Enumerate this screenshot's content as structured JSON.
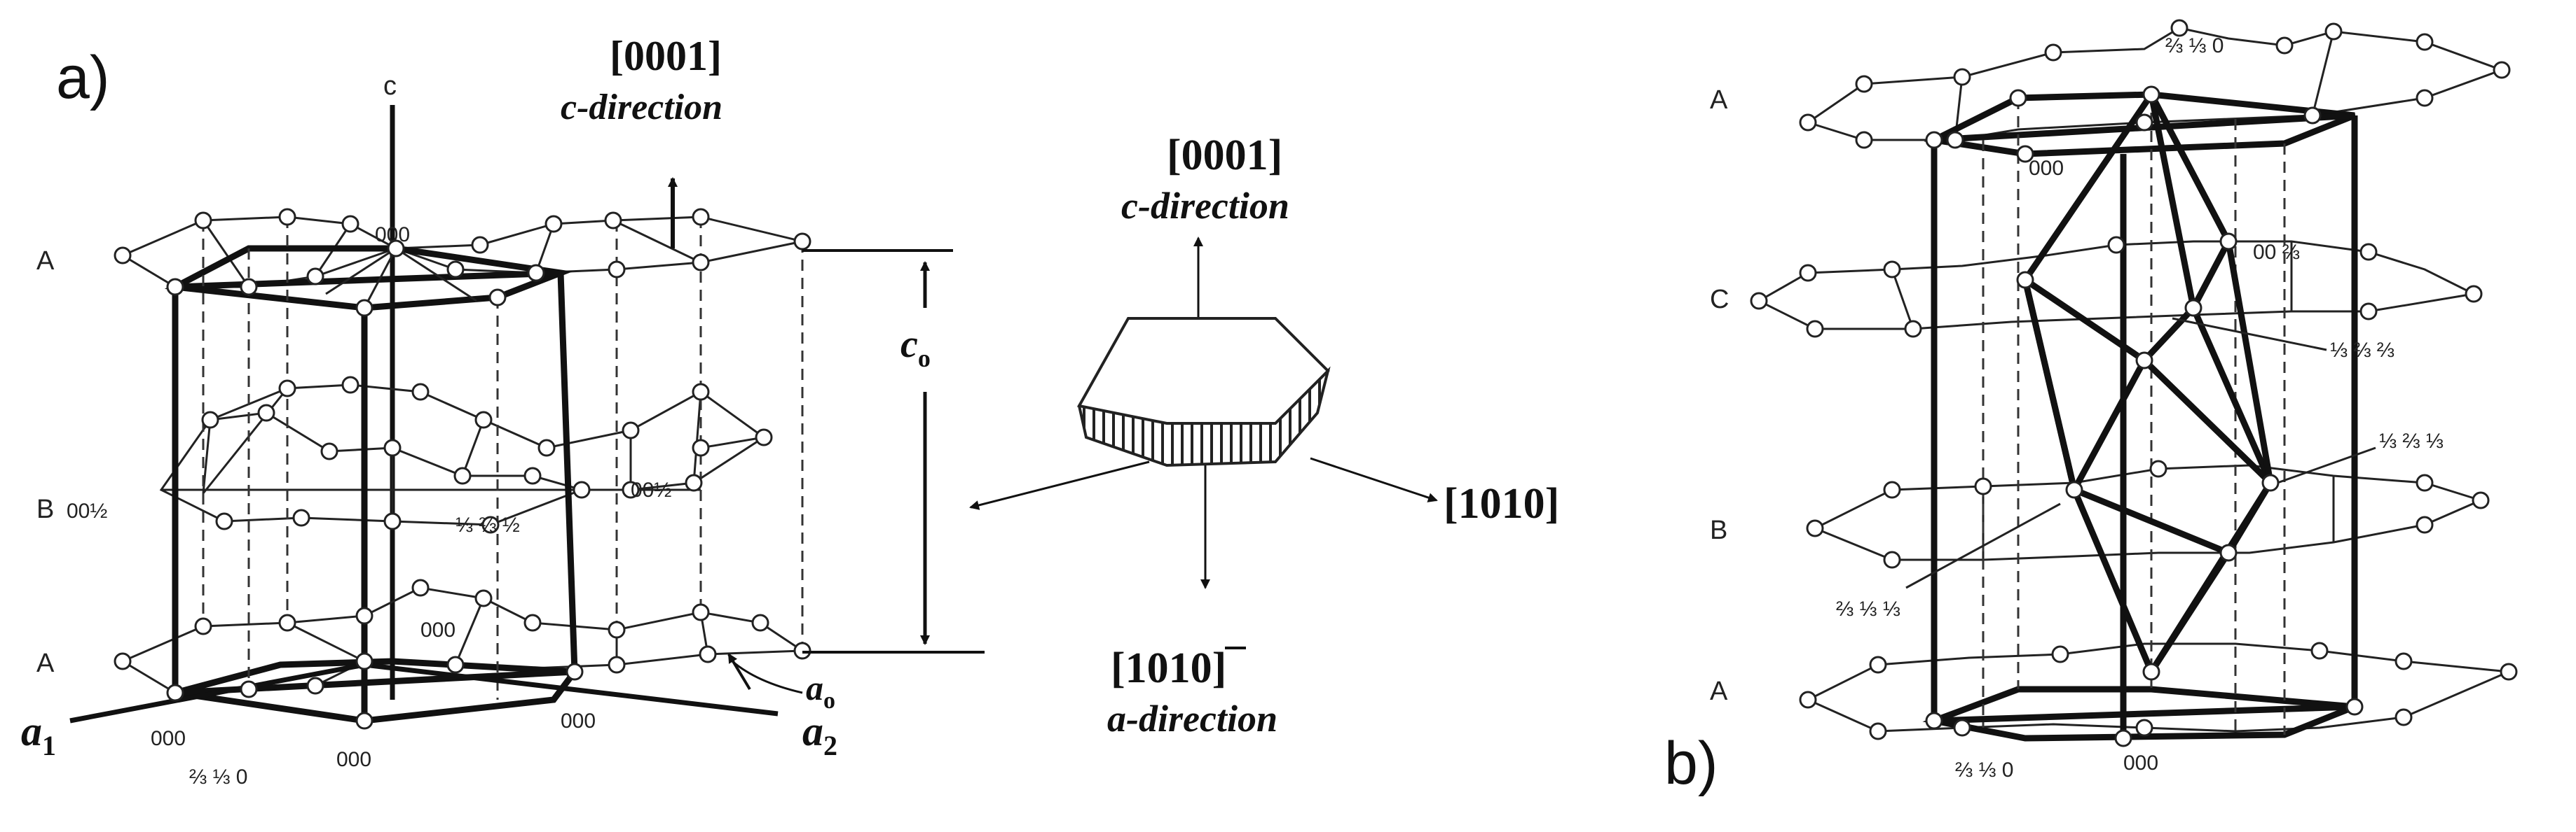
{
  "panel_a": {
    "label": "a)",
    "c_axis": "c",
    "layers": [
      "A",
      "B",
      "A"
    ],
    "dir_c": {
      "index": "[0001]",
      "name": "c-direction"
    },
    "c0": {
      "sym": "c",
      "sub": "o"
    },
    "a0": {
      "sym": "a",
      "sub": "o"
    },
    "a1": {
      "sym": "a",
      "sub": "1"
    },
    "a2": {
      "sym": "a",
      "sub": "2"
    },
    "coords": {
      "top_000": "000",
      "b_left": "00½",
      "b_right": "00½",
      "b_center": "⅓ ⅔ ½",
      "bottom_000_mid": "000",
      "bottom_000_left": "000",
      "bottom_000_front": "000",
      "bottom_000_right": "000",
      "bottom_frac": "⅔ ⅓ 0"
    }
  },
  "crystal": {
    "dir_top": {
      "index": "[0001]",
      "name": "c-direction"
    },
    "dir_right": {
      "index": "[1010]"
    },
    "dir_bottom": {
      "index": "[1010]",
      "name": "a-direction"
    }
  },
  "panel_b": {
    "label": "b)",
    "layers": [
      "A",
      "C",
      "B",
      "A"
    ],
    "coords": {
      "top_frac": "⅔ ⅓ 0",
      "top_000": "000",
      "c1": "00 ⅔",
      "c2": "⅓ ⅔ ⅔",
      "c3": "⅓ ⅔ ⅓",
      "c4": "⅔ ⅓ ⅓",
      "bottom_frac": "⅔ ⅓ 0",
      "bottom_000": "000"
    }
  }
}
